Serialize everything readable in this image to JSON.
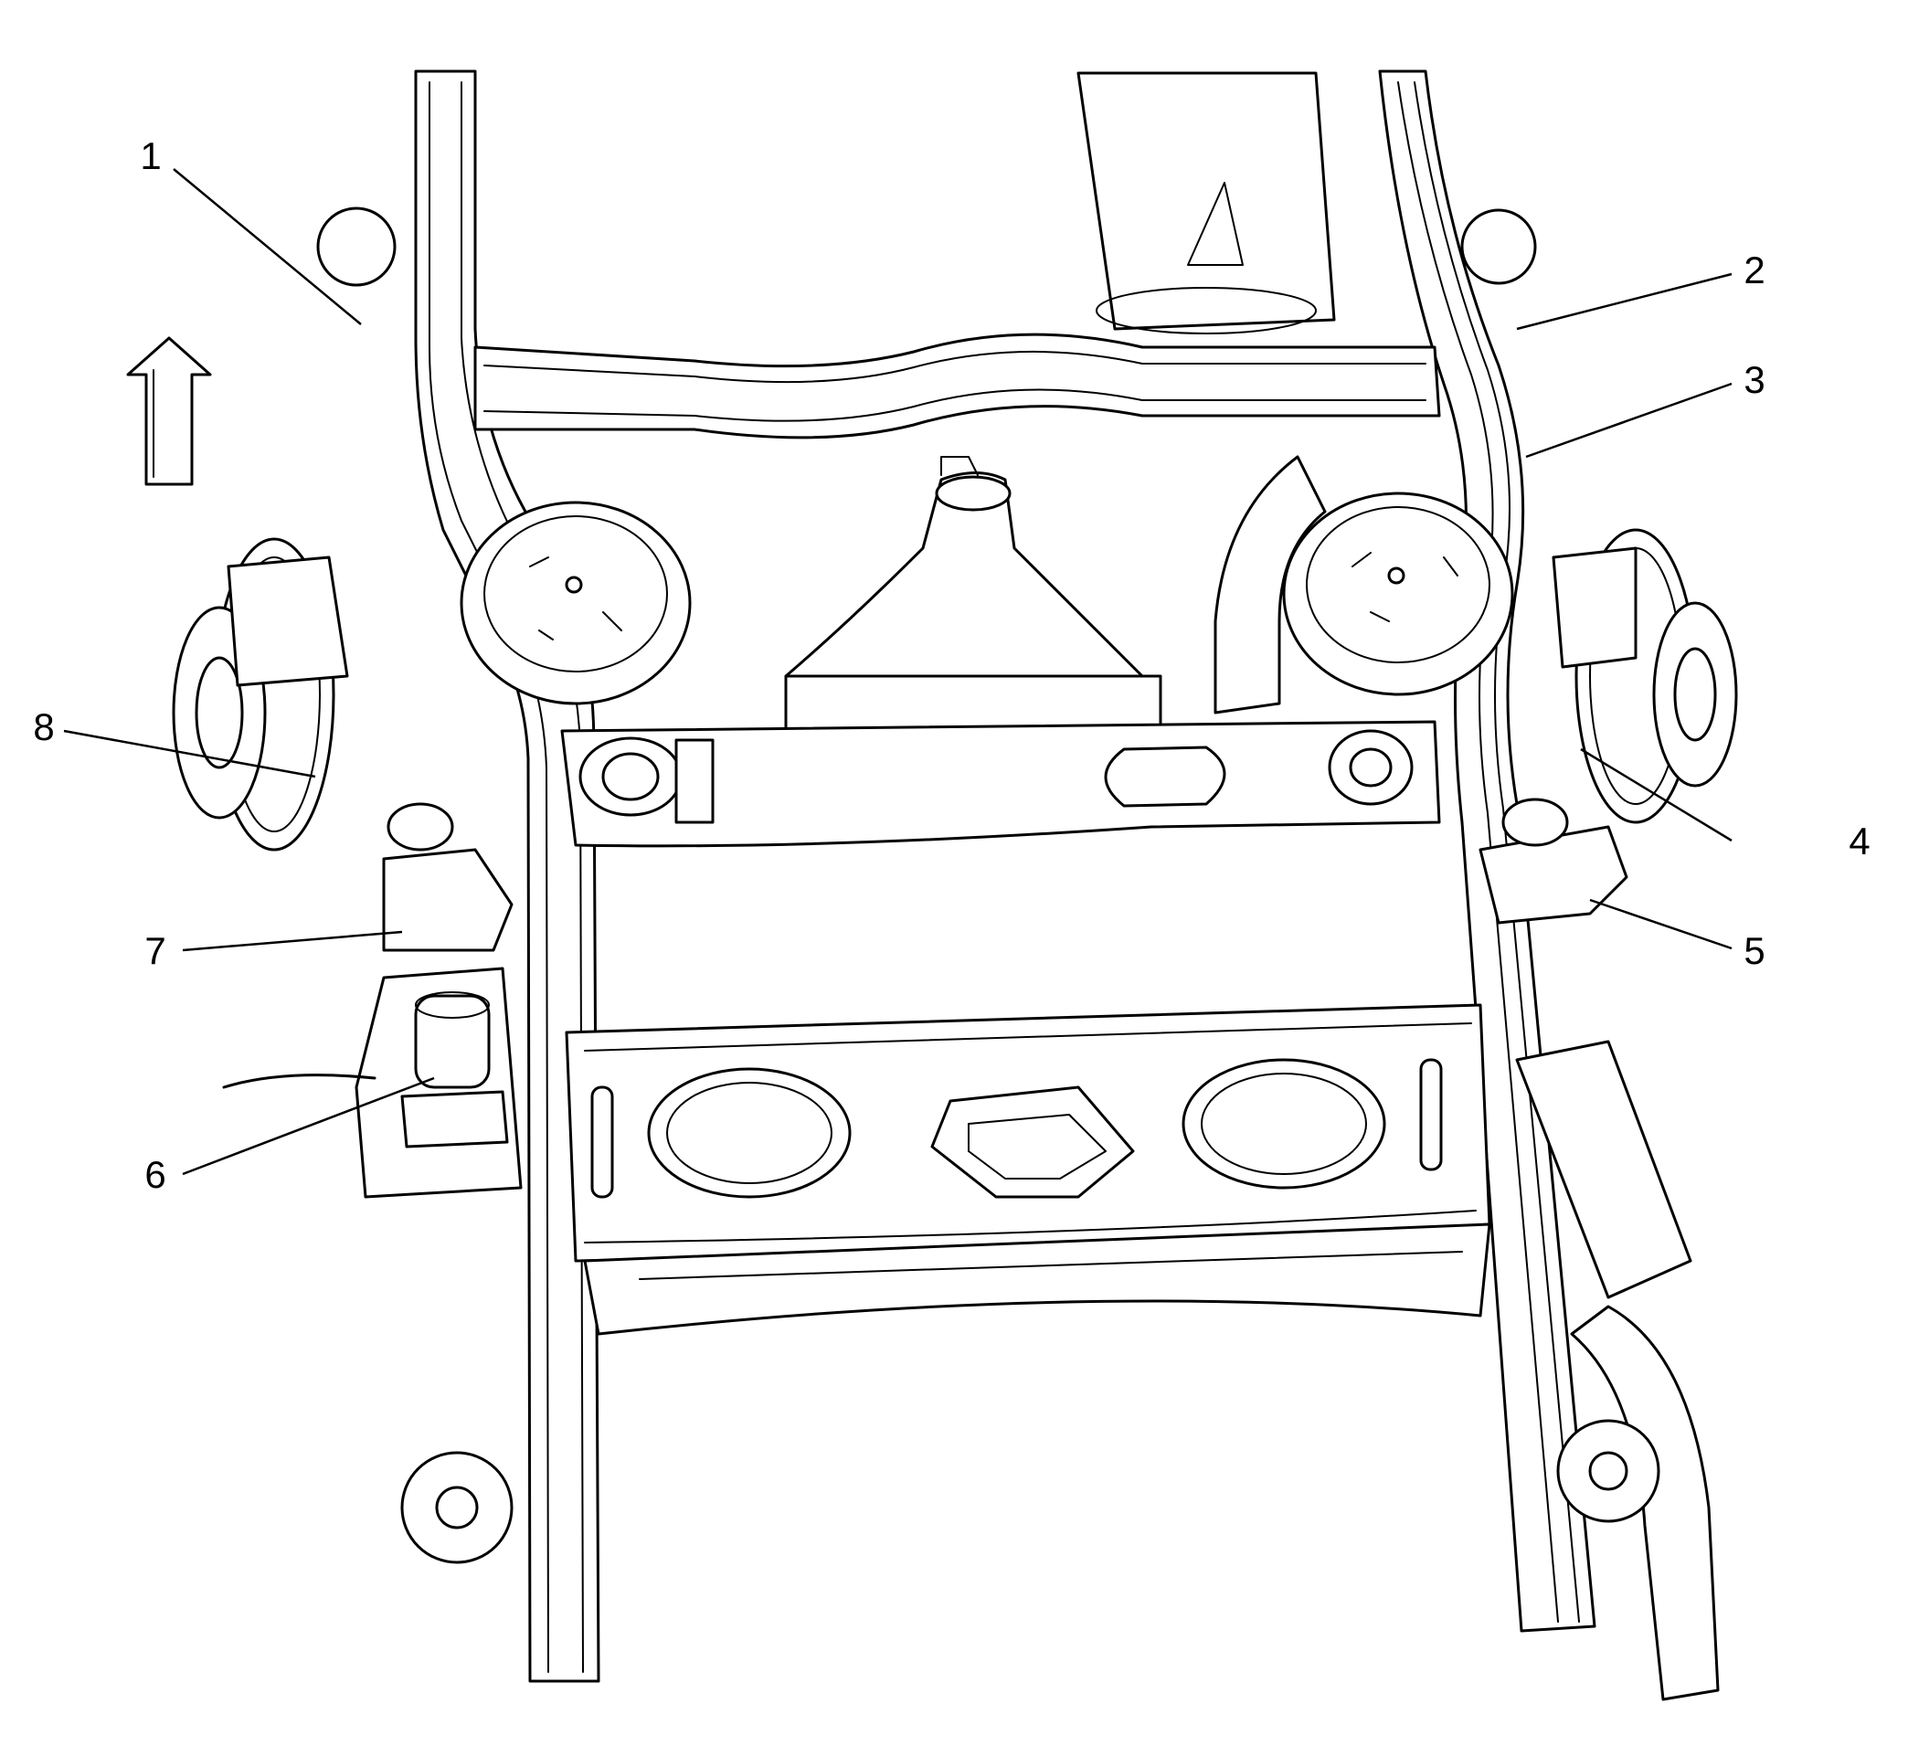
{
  "diagram": {
    "callouts": [
      {
        "id": "callout-1",
        "label": "1"
      },
      {
        "id": "callout-2",
        "label": "2"
      },
      {
        "id": "callout-3",
        "label": "3"
      },
      {
        "id": "callout-4",
        "label": "4"
      },
      {
        "id": "callout-5",
        "label": "5"
      },
      {
        "id": "callout-6",
        "label": "6"
      },
      {
        "id": "callout-7",
        "label": "7"
      },
      {
        "id": "callout-8",
        "label": "8"
      }
    ],
    "direction_arrow_icon": "up-arrow-icon"
  }
}
